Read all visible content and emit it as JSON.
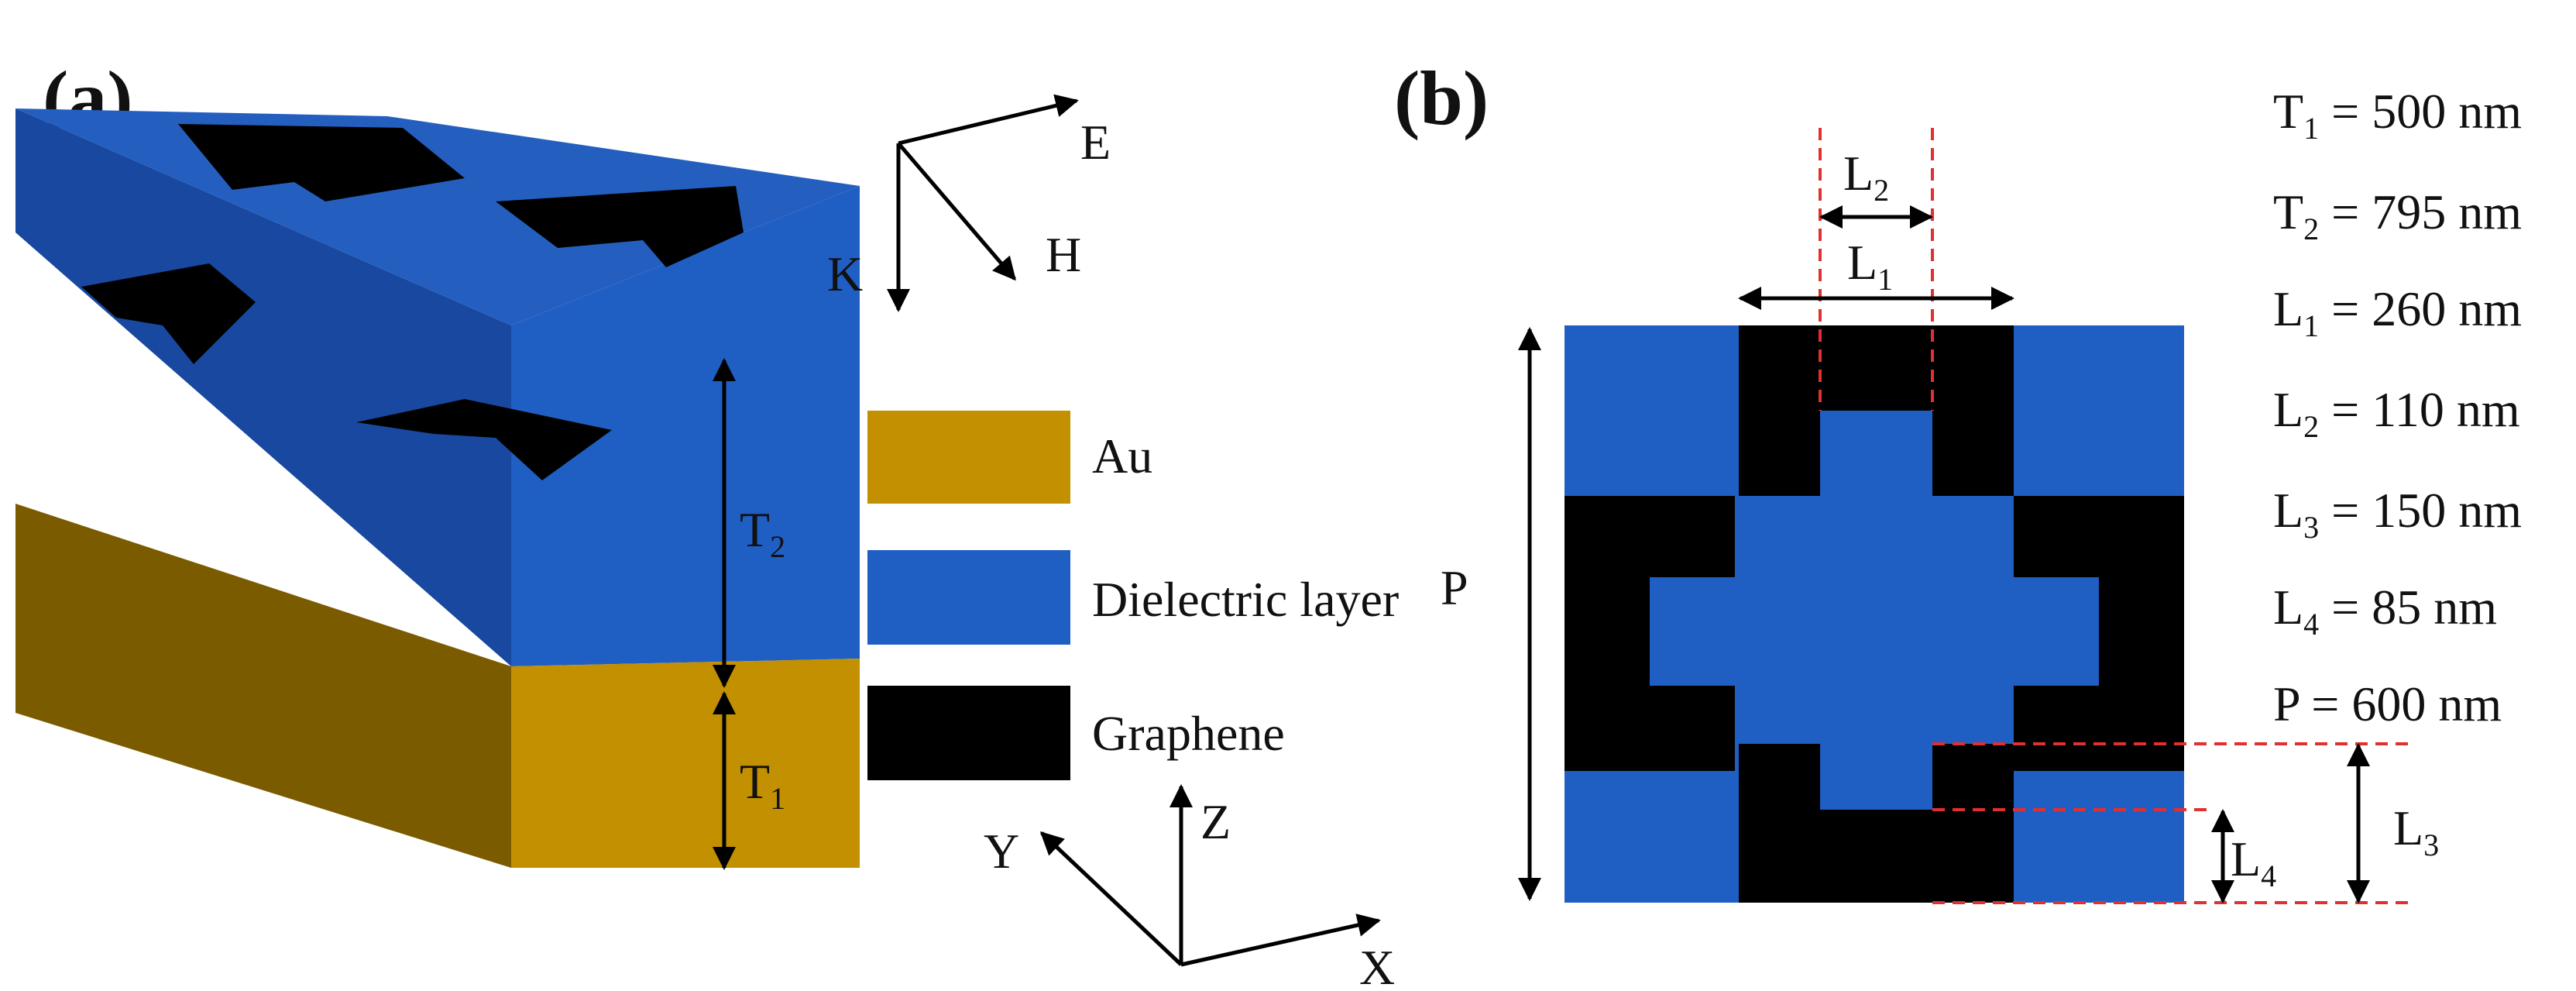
{
  "panels": {
    "a": {
      "label": "(a)"
    },
    "b": {
      "label": "(b)"
    }
  },
  "colors": {
    "au": "#C29000",
    "au_left": "#7A5B00",
    "dielectric": "#1F5FC4",
    "dielectric_top": "#245FBF",
    "dielectric_left": "#1848A0",
    "graphene": "#000000",
    "guide": "#E03030"
  },
  "legend": [
    {
      "name": "Au",
      "color": "#C29000"
    },
    {
      "name": "Dielectric layer",
      "color": "#1F5FC4"
    },
    {
      "name": "Graphene",
      "color": "#000000"
    }
  ],
  "wave": {
    "e": "E",
    "h": "H",
    "k": "K"
  },
  "axes": {
    "x": "X",
    "y": "Y",
    "z": "Z"
  },
  "dims_a": {
    "t2": {
      "base": "T",
      "sub": "2"
    },
    "t1": {
      "base": "T",
      "sub": "1"
    }
  },
  "dims_b": {
    "l1": {
      "base": "L",
      "sub": "1"
    },
    "l2": {
      "base": "L",
      "sub": "2"
    },
    "l3": {
      "base": "L",
      "sub": "3"
    },
    "l4": {
      "base": "L",
      "sub": "4"
    },
    "p": "P"
  },
  "parameters": [
    {
      "base": "T",
      "sub": "1",
      "value": " = 500 nm"
    },
    {
      "base": "T",
      "sub": "2",
      "value": " = 795 nm"
    },
    {
      "base": "L",
      "sub": "1",
      "value": " = 260 nm"
    },
    {
      "base": "L",
      "sub": "2",
      "value": " = 110 nm"
    },
    {
      "base": "L",
      "sub": "3",
      "value": " = 150 nm"
    },
    {
      "base": "L",
      "sub": "4",
      "value": " = 85 nm"
    },
    {
      "base": "P",
      "sub": "",
      "value": " = 600 nm"
    }
  ]
}
